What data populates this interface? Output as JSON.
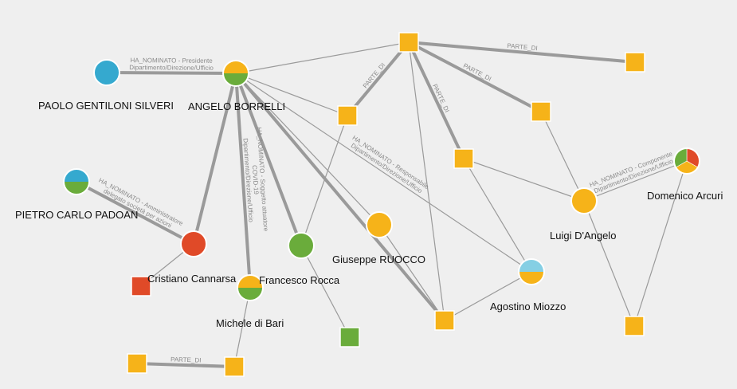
{
  "colors": {
    "background": "#efefef",
    "edge": "#9a9a9a",
    "node_stroke": "#ffffff",
    "person_blue": "#35a9cf",
    "light_blue": "#85cfe4",
    "gold": "#f6b319",
    "green": "#6aac3b",
    "red": "#e04a28"
  },
  "nodes": [
    {
      "id": "gentiloni",
      "shape": "circle",
      "label": "PAOLO GENTILONI SILVERI",
      "segments": [
        "person_blue"
      ]
    },
    {
      "id": "borrelli",
      "shape": "circle",
      "label": "ANGELO BORRELLI",
      "segments": [
        "gold",
        "green"
      ]
    },
    {
      "id": "padoan",
      "shape": "circle",
      "label": "PIETRO CARLO PADOAN",
      "segments": [
        "person_blue",
        "green"
      ]
    },
    {
      "id": "cannarsa",
      "shape": "circle",
      "label": "Cristiano Cannarsa",
      "segments": [
        "red"
      ]
    },
    {
      "id": "dibari",
      "shape": "circle",
      "label": "Michele di Bari",
      "segments": [
        "gold",
        "green"
      ]
    },
    {
      "id": "rocca",
      "shape": "circle",
      "label": "Francesco Rocca",
      "segments": [
        "green"
      ]
    },
    {
      "id": "ruocco",
      "shape": "circle",
      "label": "Giuseppe RUOCCO",
      "segments": [
        "gold"
      ]
    },
    {
      "id": "miozzo",
      "shape": "circle",
      "label": "Agostino Miozzo",
      "segments": [
        "light_blue",
        "gold"
      ]
    },
    {
      "id": "dangelo",
      "shape": "circle",
      "label": "Luigi D'Angelo",
      "segments": [
        "gold"
      ]
    },
    {
      "id": "arcuri",
      "shape": "circle",
      "label": "Domenico Arcuri",
      "segments": [
        "red",
        "gold",
        "green"
      ]
    },
    {
      "id": "sq_top",
      "shape": "square",
      "label": "",
      "color": "gold"
    },
    {
      "id": "sq_topright",
      "shape": "square",
      "label": "",
      "color": "gold"
    },
    {
      "id": "sq_a",
      "shape": "square",
      "label": "",
      "color": "gold"
    },
    {
      "id": "sq_b",
      "shape": "square",
      "label": "",
      "color": "gold"
    },
    {
      "id": "sq_c",
      "shape": "square",
      "label": "",
      "color": "gold"
    },
    {
      "id": "sq_red",
      "shape": "square",
      "label": "",
      "color": "red"
    },
    {
      "id": "sq_green",
      "shape": "square",
      "label": "",
      "color": "green"
    },
    {
      "id": "sq_bottom",
      "shape": "square",
      "label": "",
      "color": "gold"
    },
    {
      "id": "sq_right",
      "shape": "square",
      "label": "",
      "color": "gold"
    },
    {
      "id": "sq_bl1",
      "shape": "square",
      "label": "",
      "color": "gold"
    },
    {
      "id": "sq_bl2",
      "shape": "square",
      "label": "",
      "color": "gold"
    }
  ],
  "edges": [
    {
      "from": "gentiloni",
      "to": "borrelli",
      "weight": "heavy",
      "label": [
        "HA_NOMINATO - Presidente",
        "Dipartimento/Direzione/Ufficio"
      ]
    },
    {
      "from": "borrelli",
      "to": "sq_a",
      "weight": "thin",
      "label": []
    },
    {
      "from": "borrelli",
      "to": "cannarsa",
      "weight": "heavy",
      "label": []
    },
    {
      "from": "borrelli",
      "to": "dibari",
      "weight": "heavy",
      "label": [
        "HA_NOMINATO - Soggetto attuatore",
        "COVID-19",
        "Dipartimento/Direzione/Ufficio"
      ]
    },
    {
      "from": "borrelli",
      "to": "rocca",
      "weight": "heavy",
      "label": []
    },
    {
      "from": "borrelli",
      "to": "ruocco",
      "weight": "thin",
      "label": []
    },
    {
      "from": "borrelli",
      "to": "miozzo",
      "weight": "thin",
      "label": [
        "HA_NOMINATO - Responsabile",
        "Dipartimento/Direzione/Ufficio"
      ]
    },
    {
      "from": "borrelli",
      "to": "sq_bottom",
      "weight": "heavy",
      "label": []
    },
    {
      "from": "borrelli",
      "to": "sq_top",
      "weight": "thin",
      "label": []
    },
    {
      "from": "sq_top",
      "to": "sq_a",
      "weight": "heavy",
      "label": [
        "PARTE_DI"
      ]
    },
    {
      "from": "sq_top",
      "to": "sq_topright",
      "weight": "heavy",
      "label": [
        "PARTE_DI"
      ]
    },
    {
      "from": "sq_top",
      "to": "sq_b",
      "weight": "heavy",
      "label": [
        "PARTE_DI"
      ]
    },
    {
      "from": "sq_top",
      "to": "sq_c",
      "weight": "heavy",
      "label": [
        "PARTE_DI"
      ]
    },
    {
      "from": "sq_top",
      "to": "sq_bottom",
      "weight": "thin",
      "label": []
    },
    {
      "from": "sq_a",
      "to": "rocca",
      "weight": "thin",
      "label": []
    },
    {
      "from": "padoan",
      "to": "cannarsa",
      "weight": "heavy",
      "label": [
        "HA_NOMINATO - Amministratore",
        "delegato società per azioni"
      ]
    },
    {
      "from": "cannarsa",
      "to": "sq_red",
      "weight": "thin",
      "label": []
    },
    {
      "from": "dibari",
      "to": "sq_bl2",
      "weight": "thin",
      "label": []
    },
    {
      "from": "sq_bl1",
      "to": "sq_bl2",
      "weight": "heavy",
      "label": [
        "PARTE_DI"
      ]
    },
    {
      "from": "rocca",
      "to": "sq_green",
      "weight": "thin",
      "label": []
    },
    {
      "from": "ruocco",
      "to": "sq_bottom",
      "weight": "thin",
      "label": []
    },
    {
      "from": "miozzo",
      "to": "sq_bottom",
      "weight": "thin",
      "label": []
    },
    {
      "from": "miozzo",
      "to": "sq_c",
      "weight": "thin",
      "label": []
    },
    {
      "from": "sq_c",
      "to": "dangelo",
      "weight": "thin",
      "label": []
    },
    {
      "from": "sq_b",
      "to": "dangelo",
      "weight": "thin",
      "label": []
    },
    {
      "from": "dangelo",
      "to": "arcuri",
      "weight": "thin",
      "label": [
        "HA_NOMINATO - Componente",
        "Dipartimento/Direzione/Ufficio"
      ]
    },
    {
      "from": "dangelo",
      "to": "sq_right",
      "weight": "thin",
      "label": []
    },
    {
      "from": "arcuri",
      "to": "sq_right",
      "weight": "thin",
      "label": []
    }
  ]
}
